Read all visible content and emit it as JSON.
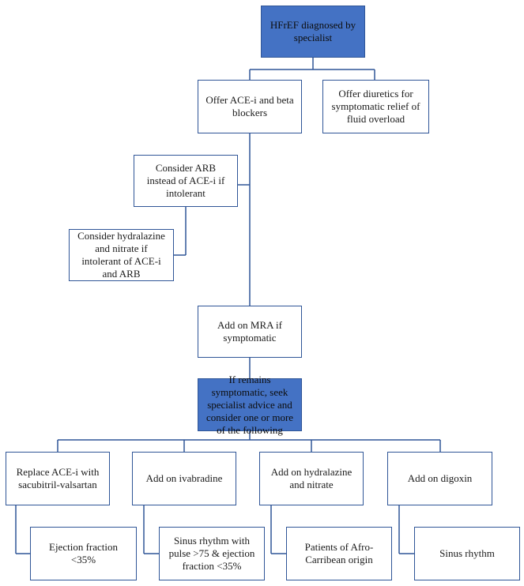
{
  "nodes": {
    "hfref": "HFrEF diagnosed by specialist",
    "ace_beta": "Offer ACE-i and beta blockers",
    "diuretics": "Offer diuretics for symptomatic relief of fluid overload",
    "arb": "Consider ARB instead of ACE-i if intolerant",
    "hydralazine_nitrate_intol": "Consider hydralazine and nitrate if intolerant of ACE-i and ARB",
    "mra": "Add on MRA if symptomatic",
    "remains_symptomatic": "If remains symptomatic, seek specialist advice and consider one or more of the following",
    "sacubitril": "Replace ACE-i with sacubitril-valsartan",
    "ivabradine": "Add on ivabradine",
    "hydralazine_nitrate": "Add on hydralazine and nitrate",
    "digoxin": "Add on digoxin",
    "ejection_fraction": "Ejection fraction <35%",
    "sinus_pulse": "Sinus rhythm with pulse >75 & ejection fraction <35%",
    "afro_caribbean": "Patients of Afro-Carribean origin",
    "sinus_rhythm": "Sinus rhythm"
  },
  "colors": {
    "filled": "#4472c4",
    "border": "#2f5597",
    "text": "#1a1a1a"
  }
}
